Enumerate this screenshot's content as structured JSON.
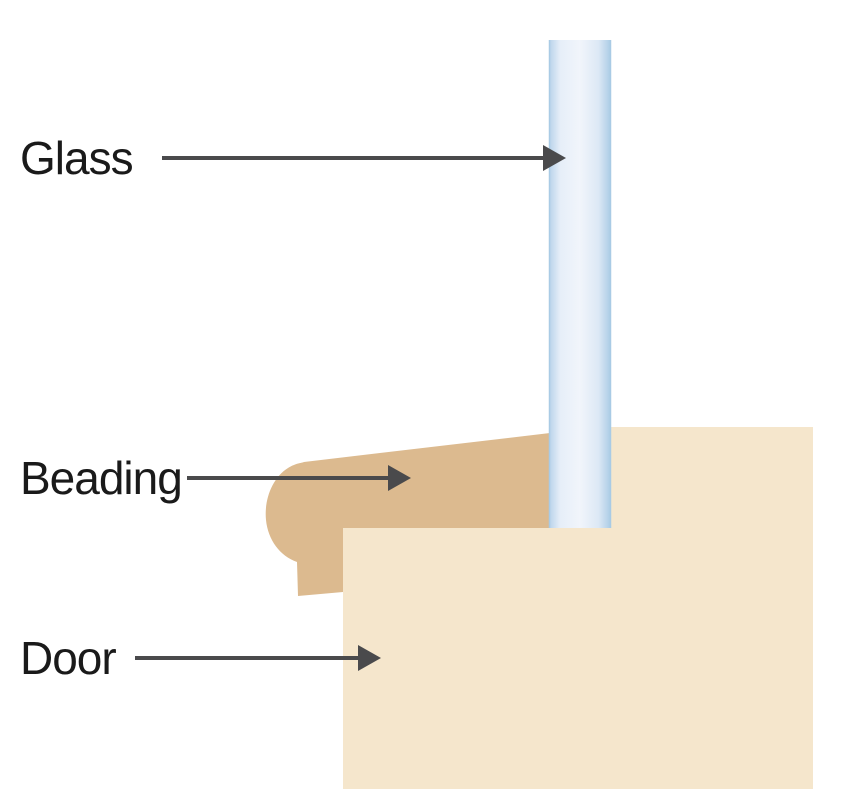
{
  "labels": {
    "glass": "Glass",
    "beading": "Beading",
    "door": "Door"
  },
  "colors": {
    "door": "#F5E6CC",
    "beading": "#DCBA8F",
    "glass_light": "#EEF3FB",
    "glass_edge": "#A9CBE5",
    "arrow": "#4A4A4C",
    "text": "#1A1A1A"
  }
}
